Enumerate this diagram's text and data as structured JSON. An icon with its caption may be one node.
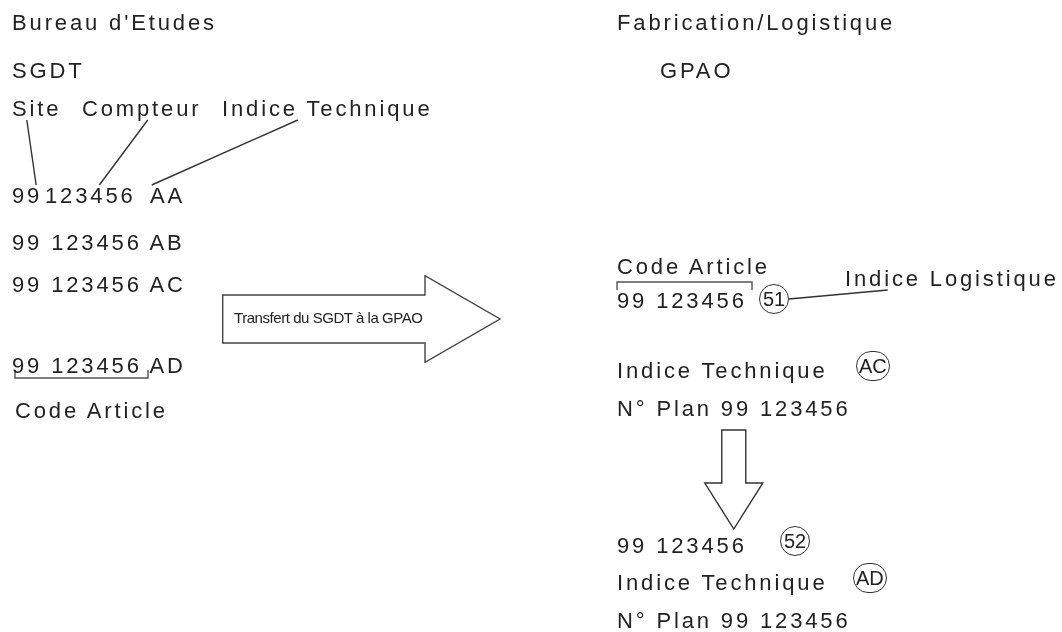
{
  "diagram": {
    "nodes": [
      {
        "text": [
          "Site"
        ]
      },
      {
        "text": [
          "Compteur"
        ]
      },
      {
        "text": [
          "Indice Technique"
        ]
      },
      {
        "text": [
          "99"
        ]
      },
      {
        "text": [
          "123456"
        ]
      },
      {
        "text": [
          "AA"
        ]
      },
      {
        "text": [
          "Indice Logistique"
        ]
      },
      {
        "text": [
          "51"
        ]
      },
      {
        "text": [
          "Transfert du SGDT à la GPAO"
        ]
      },
      {
        "text": [
          "AC"
        ]
      },
      {
        "text": [
          "N° Plan 99 123456"
        ]
      },
      {
        "text": [
          "99 123456"
        ]
      },
      {
        "text": [
          "52"
        ]
      },
      {
        "text": [
          "AD"
        ]
      }
    ],
    "edges": [
      {
        "from": 0,
        "to": 3,
        "arrow": "none"
      },
      {
        "from": 1,
        "to": 4,
        "arrow": "none"
      },
      {
        "from": 2,
        "to": 5,
        "arrow": "none"
      },
      {
        "from": 6,
        "to": 7,
        "arrow": "none"
      },
      {
        "from": 10,
        "to": 11,
        "arrow": "to"
      }
    ],
    "labels": [
      "Bureau d'Etudes",
      "Fabrication/Logistique",
      "SGDT",
      "GPAO",
      "99 123456 AB",
      "Code Article",
      "99 123456 AC",
      "99 123456",
      "99 123456 AD",
      "Indice Technique",
      "Code Article",
      "Indice Technique",
      "N° Plan 99 123456"
    ]
  }
}
